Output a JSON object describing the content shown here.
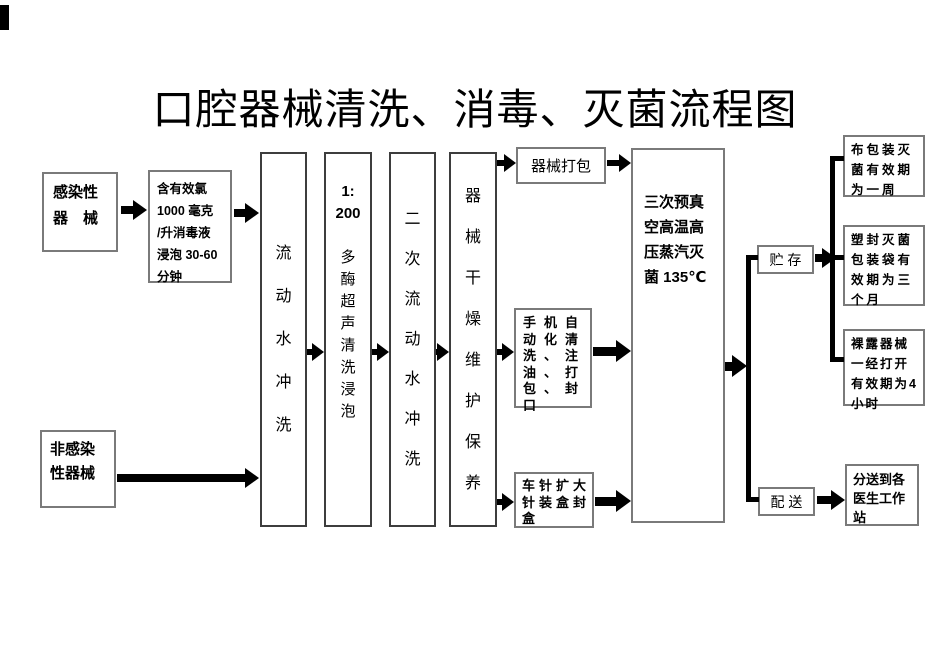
{
  "title": "口腔器械清洗、消毒、灭菌流程图",
  "nodes": {
    "infectious": {
      "label": "感染性\n器　械"
    },
    "chlorine": {
      "label": "含有效氯\n1000 毫克\n/升消毒液\n浸泡 30-60\n分钟"
    },
    "non_infectious": {
      "label": "非感染\n性器械"
    },
    "rinse1": {
      "label": "流\n动\n水\n冲\n洗"
    },
    "enzyme": {
      "ratio": "1:\n200",
      "label": "多\n酶\n超\n声\n清\n洗\n浸\n泡"
    },
    "rinse2": {
      "label": "二\n次\n流\n动\n水\n冲\n洗"
    },
    "dry": {
      "label": "器\n械\n干\n燥\n维\n护\n保\n养"
    },
    "packing": {
      "label": "器械打包"
    },
    "handpiece": {
      "label": "手机自\n动化清\n洗、注\n油、打\n包、封\n口"
    },
    "burs": {
      "label": "车针扩大\n针装盒封\n盒"
    },
    "sterilize": {
      "label": "三次预真\n空高温高\n压蒸汽灭\n菌 135℃"
    },
    "storage": {
      "label": "贮 存"
    },
    "delivery": {
      "label": "配 送"
    },
    "cloth_pack": {
      "label": "布包装灭\n菌有效期\n为一周"
    },
    "plastic_pack": {
      "label": "塑封灭菌\n包装袋有\n效期为三\n个月"
    },
    "exposed": {
      "label": "裸露器械\n一经打开\n有效期为4\n小时"
    },
    "workstation": {
      "label": "分送到各\n医生工作\n站"
    }
  },
  "colors": {
    "background": "#ffffff",
    "text": "#000000",
    "arrow": "#000000",
    "box_border": "#7a7a7a",
    "box_border_dark": "#3d3d3d"
  }
}
